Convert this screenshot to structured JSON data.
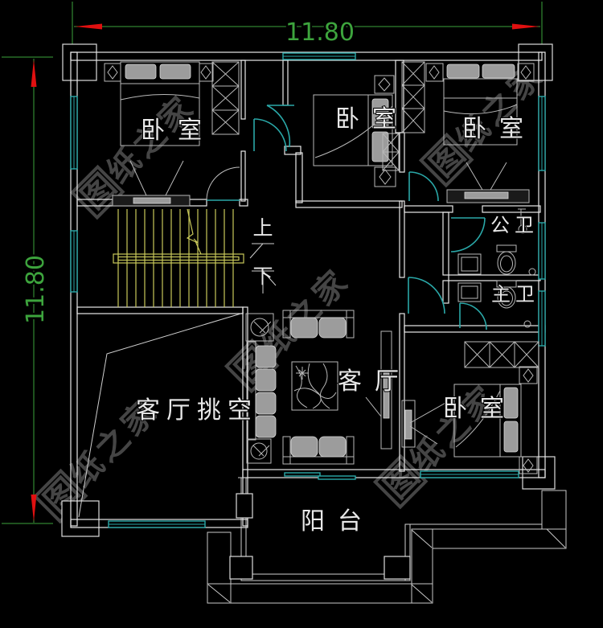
{
  "drawing": {
    "type": "floor-plan",
    "dimension_top": "11.80",
    "dimension_left": "11.80",
    "labels": {
      "bedroom_top_left": "卧室",
      "bedroom_top_middle": "卧室",
      "bedroom_top_right": "卧室",
      "bedroom_bottom_right": "卧室",
      "bathroom_public": "公卫",
      "bathroom_master": "主卫",
      "living_room": "客厅",
      "living_void": "客厅挑空",
      "balcony": "阳台",
      "stairs_up": "上",
      "stairs_down": "下"
    },
    "watermark_text": "图纸之家",
    "colors": {
      "background": "#000000",
      "wall_line": "#e8e8e8",
      "furniture_line": "#b8b8b8",
      "window_door": "#2aa8a8",
      "dimension_green": "#3da43d",
      "arrow_red": "#e01010",
      "stairs_yellow": "#c9c95a",
      "watermark_gray": "#454545"
    }
  }
}
